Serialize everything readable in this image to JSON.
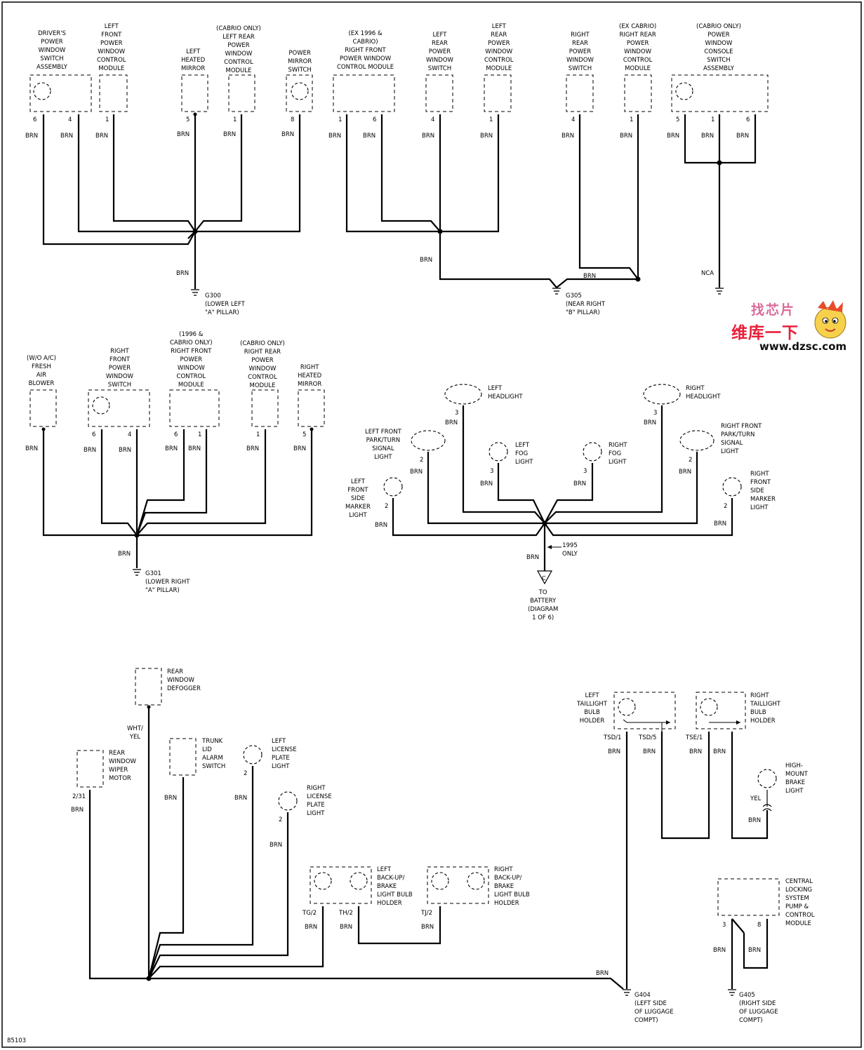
{
  "diagram_id": "85103",
  "colors": {
    "wire": "#000000",
    "logo_red": "#e8203a",
    "logo_orange": "#f29b1d"
  },
  "watermark": {
    "top": "找芯片",
    "middle": "维库一下",
    "url": "www.dzsc.com"
  },
  "wire_brn": "BRN",
  "wire_whtyel": "WHT/\nYEL",
  "wire_yel": "YEL",
  "section1": {
    "components": [
      {
        "label": "DRIVER'S\nPOWER\nWINDOW\nSWITCH\nASSEMBLY",
        "pins": [
          "6",
          "4"
        ]
      },
      {
        "label": "LEFT\nFRONT\nPOWER\nWINDOW\nCONTROL\nMODULE",
        "pins": [
          "1"
        ]
      },
      {
        "label": "LEFT\nHEATED\nMIRROR",
        "pins": [
          "5"
        ]
      },
      {
        "label": "(CABRIO ONLY)\nLEFT REAR\nPOWER\nWINDOW\nCONTROL\nMODULE",
        "pins": [
          "1"
        ]
      },
      {
        "label": "POWER\nMIRROR\nSWITCH",
        "pins": [
          "8"
        ]
      },
      {
        "label": "(EX 1996 &\nCABRIO)\nRIGHT FRONT\nPOWER WINDOW\nCONTROL MODULE",
        "pins": [
          "1",
          "6"
        ]
      },
      {
        "label": "LEFT\nREAR\nPOWER\nWINDOW\nSWITCH",
        "pins": [
          "4"
        ]
      },
      {
        "label": "LEFT\nREAR\nPOWER\nWINDOW\nCONTROL\nMODULE",
        "pins": [
          "1"
        ]
      },
      {
        "label": "RIGHT\nREAR\nPOWER\nWINDOW\nSWITCH",
        "pins": [
          "4"
        ]
      },
      {
        "label": "(EX CABRIO)\nRIGHT REAR\nPOWER\nWINDOW\nCONTROL\nMODULE",
        "pins": [
          "1"
        ]
      },
      {
        "label": "(CABRIO ONLY)\nPOWER\nWINDOW\nCONSOLE\nSWITCH\nASSEMBLY",
        "pins": [
          "5",
          "1",
          "6"
        ]
      }
    ],
    "grounds": [
      {
        "id": "G300",
        "desc": "G300\n(LOWER LEFT\n\"A\" PILLAR)"
      },
      {
        "id": "G305",
        "desc": "G305\n(NEAR RIGHT\n\"B\" PILLAR)"
      },
      {
        "id": "NCA",
        "desc": "NCA"
      }
    ]
  },
  "section2": {
    "components": [
      {
        "label": "(W/O A/C)\nFRESH\nAIR\nBLOWER"
      },
      {
        "label": "RIGHT\nFRONT\nPOWER\nWINDOW\nSWITCH",
        "pins": [
          "6",
          "4"
        ]
      },
      {
        "label": "(1996 &\nCABRIO ONLY)\nRIGHT FRONT\nPOWER\nWINDOW\nCONTROL\nMODULE",
        "pins": [
          "6",
          "1"
        ]
      },
      {
        "label": "(CABRIO ONLY)\nRIGHT REAR\nPOWER\nWINDOW\nCONTROL\nMODULE",
        "pins": [
          "1"
        ]
      },
      {
        "label": "RIGHT\nHEATED\nMIRROR",
        "pins": [
          "5"
        ]
      }
    ],
    "ground": {
      "desc": "G301\n(LOWER RIGHT\n\"A\" PILLAR)"
    }
  },
  "section3": {
    "components": [
      {
        "label": "LEFT\nHEADLIGHT",
        "pin": "3"
      },
      {
        "label": "RIGHT\nHEADLIGHT",
        "pin": "3"
      },
      {
        "label": "LEFT FRONT\nPARK/TURN\nSIGNAL\nLIGHT",
        "pin": "2"
      },
      {
        "label": "RIGHT FRONT\nPARK/TURN\nSIGNAL\nLIGHT",
        "pin": "2"
      },
      {
        "label": "LEFT\nFOG\nLIGHT",
        "pin": "3"
      },
      {
        "label": "RIGHT\nFOG\nLIGHT",
        "pin": "3"
      },
      {
        "label": "LEFT\nFRONT\nSIDE\nMARKER\nLIGHT",
        "pin": "2"
      },
      {
        "label": "RIGHT\nFRONT\nSIDE\nMARKER\nLIGHT",
        "pin": "2"
      }
    ],
    "note": "1995\nONLY",
    "connector": "C",
    "to": "TO\nBATTERY\n(DIAGRAM\n1 OF 6)"
  },
  "section4": {
    "components": [
      {
        "label": "REAR\nWINDOW\nDEFOGGER"
      },
      {
        "label": "REAR\nWINDOW\nWIPER\nMOTOR",
        "pin": "2/31"
      },
      {
        "label": "TRUNK\nLID\nALARM\nSWITCH"
      },
      {
        "label": "LEFT\nLICENSE\nPLATE\nLIGHT",
        "pin": "2"
      },
      {
        "label": "RIGHT\nLICENSE\nPLATE\nLIGHT",
        "pin": "2"
      },
      {
        "label": "LEFT\nBACK-UP/\nBRAKE\nLIGHT BULB\nHOLDER",
        "pins": [
          "TG/2",
          "TH/2"
        ]
      },
      {
        "label": "RIGHT\nBACK-UP/\nBRAKE\nLIGHT BULB\nHOLDER",
        "pins": [
          "TJ/2"
        ]
      },
      {
        "label": "LEFT\nTAILLIGHT\nBULB\nHOLDER",
        "pins": [
          "TSD/1",
          "TSD/5"
        ]
      },
      {
        "label": "RIGHT\nTAILLIGHT\nBULB\nHOLDER",
        "pins": [
          "TSE/1"
        ]
      },
      {
        "label": "HIGH-\nMOUNT\nBRAKE\nLIGHT"
      },
      {
        "label": "CENTRAL\nLOCKING\nSYSTEM\nPUMP &\nCONTROL\nMODULE",
        "pins": [
          "3",
          "8"
        ]
      }
    ],
    "grounds": [
      {
        "desc": "G404\n(LEFT SIDE\nOF LUGGAGE\nCOMPT)"
      },
      {
        "desc": "G405\n(RIGHT SIDE\nOF LUGGAGE\nCOMPT)"
      }
    ]
  }
}
